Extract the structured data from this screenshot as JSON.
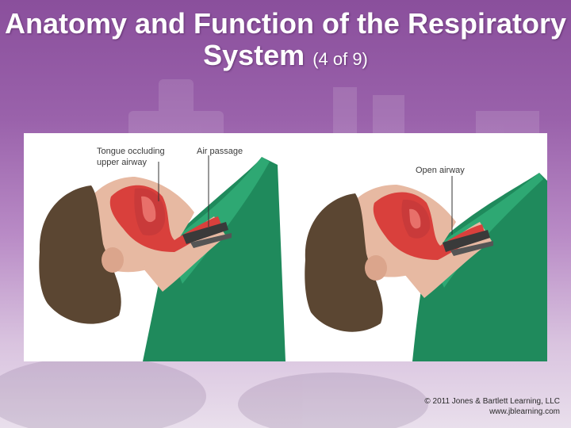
{
  "slide": {
    "title_main": "Anatomy and Function of the Respiratory System",
    "title_counter": "(4 of 9)"
  },
  "figure": {
    "left_labels": {
      "tongue_line1": "Tongue occluding",
      "tongue_line2": "upper airway",
      "air_passage": "Air passage"
    },
    "right_labels": {
      "open_airway": "Open airway"
    }
  },
  "copyright": {
    "line1": "© 2011 Jones & Bartlett Learning, LLC",
    "line2": "www.jblearning.com"
  }
}
